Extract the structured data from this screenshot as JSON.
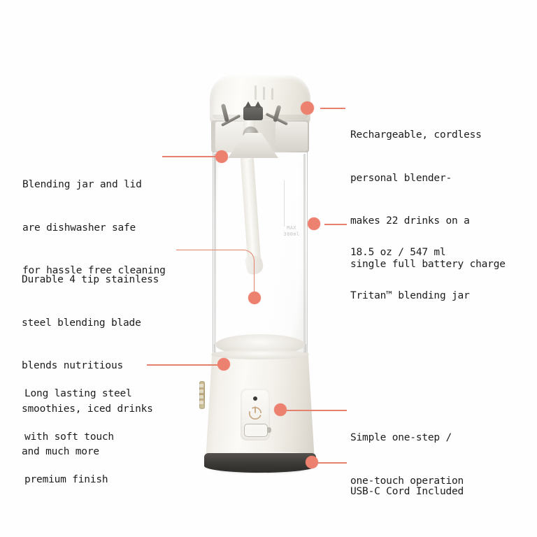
{
  "product": {
    "name": "portable personal blender",
    "jar_marking": "MAX",
    "jar_marking_volume": "380ml",
    "colors": {
      "accent": "#ed8170",
      "line": "#e4816c",
      "body_cream": "#faf8f4",
      "collar_gray": "#d9d6cf",
      "foot_dark": "#3b3936",
      "port_gold": "#c0ae82",
      "blade_steel": "#6d6a65",
      "text": "#1c1c1c"
    },
    "icons": {
      "power": "power-icon",
      "battery": "battery-icon",
      "led": "led-indicator"
    }
  },
  "callouts": [
    {
      "id": "lid-feature",
      "side": "right",
      "lines": [
        "Rechargeable, cordless",
        "personal blender-",
        "makes 22 drinks on a",
        "single full battery charge"
      ]
    },
    {
      "id": "dishwasher-safe",
      "side": "left",
      "lines": [
        "Blending jar and lid",
        "are dishwasher safe",
        "for hassle free cleaning"
      ]
    },
    {
      "id": "jar-capacity",
      "side": "right",
      "lines": [
        "18.5 oz / 547 ml",
        "Tritan™ blending jar"
      ]
    },
    {
      "id": "blade-feature",
      "side": "left",
      "lines": [
        "Durable 4 tip stainless",
        "steel blending blade",
        "blends nutritious",
        "smoothies, iced drinks",
        "and much more"
      ]
    },
    {
      "id": "finish-feature",
      "side": "left",
      "lines": [
        "Long lasting steel",
        "with soft touch",
        "premium finish"
      ]
    },
    {
      "id": "operation-feature",
      "side": "right",
      "lines": [
        "Simple one-step /",
        "one-touch operation"
      ]
    },
    {
      "id": "cord-feature",
      "side": "right",
      "lines": [
        "USB-C Cord Included"
      ]
    }
  ]
}
